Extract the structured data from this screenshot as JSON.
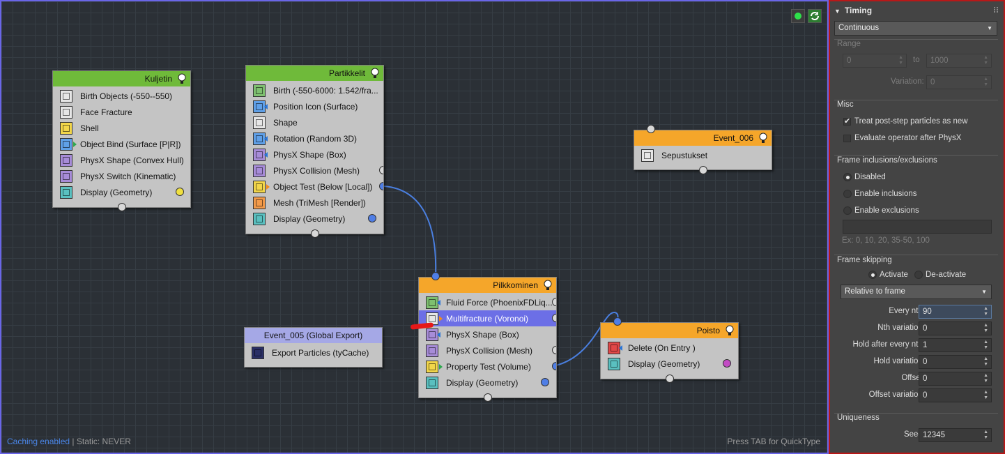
{
  "canvas": {
    "nodes": {
      "kuljetin": {
        "title": "Kuljetin",
        "ops": [
          "Birth Objects (-550--550)",
          "Face Fracture",
          "Shell",
          "Object Bind (Surface [P|R])",
          "PhysX Shape (Convex Hull)",
          "PhysX Switch (Kinematic)",
          "Display (Geometry)"
        ]
      },
      "partikkelit": {
        "title": "Partikkelit",
        "ops": [
          "Birth (-550-6000: 1.542/fra...",
          "Position Icon (Surface)",
          "Shape",
          "Rotation (Random 3D)",
          "PhysX Shape (Box)",
          "PhysX Collision (Mesh)",
          "Object Test (Below [Local])",
          "Mesh (TriMesh [Render])",
          "Display (Geometry)"
        ]
      },
      "event_006": {
        "title": "Event_006",
        "ops": [
          "Sepustukset"
        ]
      },
      "event_005": {
        "title": "Event_005 (Global Export)",
        "ops": [
          "Export Particles (tyCache)"
        ]
      },
      "pilkkominen": {
        "title": "Pilkkominen",
        "ops": [
          "Fluid Force (PhoenixFDLiq...",
          "Multifracture (Voronoi)",
          "PhysX Shape (Box)",
          "PhysX Collision (Mesh)",
          "Property Test (Volume)",
          "Display (Geometry)"
        ]
      },
      "poisto": {
        "title": "Poisto",
        "ops": [
          "Delete (On Entry )",
          "Display (Geometry)"
        ]
      }
    },
    "status": {
      "caching": "Caching enabled",
      "static": " | Static: NEVER",
      "hint": "Press TAB for QuickType"
    }
  },
  "panel": {
    "title": "Timing",
    "timing_mode": "Continuous",
    "range": {
      "label": "Range",
      "from": "0",
      "to_label": "to",
      "to": "1000",
      "variation_label": "Variation:",
      "variation": "0"
    },
    "misc": {
      "label": "Misc",
      "treat_post_step": "Treat post-step particles as new",
      "treat_post_step_checked": true,
      "evaluate_after_physx": "Evaluate operator after PhysX",
      "evaluate_after_physx_checked": false
    },
    "frame_incl": {
      "label": "Frame inclusions/exclusions",
      "options": [
        "Disabled",
        "Enable inclusions",
        "Enable exclusions"
      ],
      "selected": "Disabled",
      "example": "Ex: 0, 10, 20, 35-50, 100"
    },
    "frame_skip": {
      "label": "Frame skipping",
      "activate": "Activate",
      "deactivate": "De-activate",
      "mode": "Relative to frame",
      "every_nth_label": "Every nth:",
      "every_nth": "90",
      "nth_var_label": "Nth variation:",
      "nth_var": "0",
      "hold_after_label": "Hold after every nth:",
      "hold_after": "1",
      "hold_var_label": "Hold variation:",
      "hold_var": "0",
      "offset_label": "Offset:",
      "offset": "0",
      "offset_var_label": "Offset variation:",
      "offset_var": "0"
    },
    "uniqueness": {
      "label": "Uniqueness",
      "seed_label": "Seed:",
      "seed": "12345"
    }
  },
  "colors": {
    "canvas_border": "#6a66e8",
    "panel_border": "#b81818",
    "header_green": "#6fba3a",
    "header_orange": "#f5a62a",
    "header_lavender": "#a5a8e6",
    "selected_op": "#6c6fe6",
    "wire": "#4a7fe0"
  }
}
